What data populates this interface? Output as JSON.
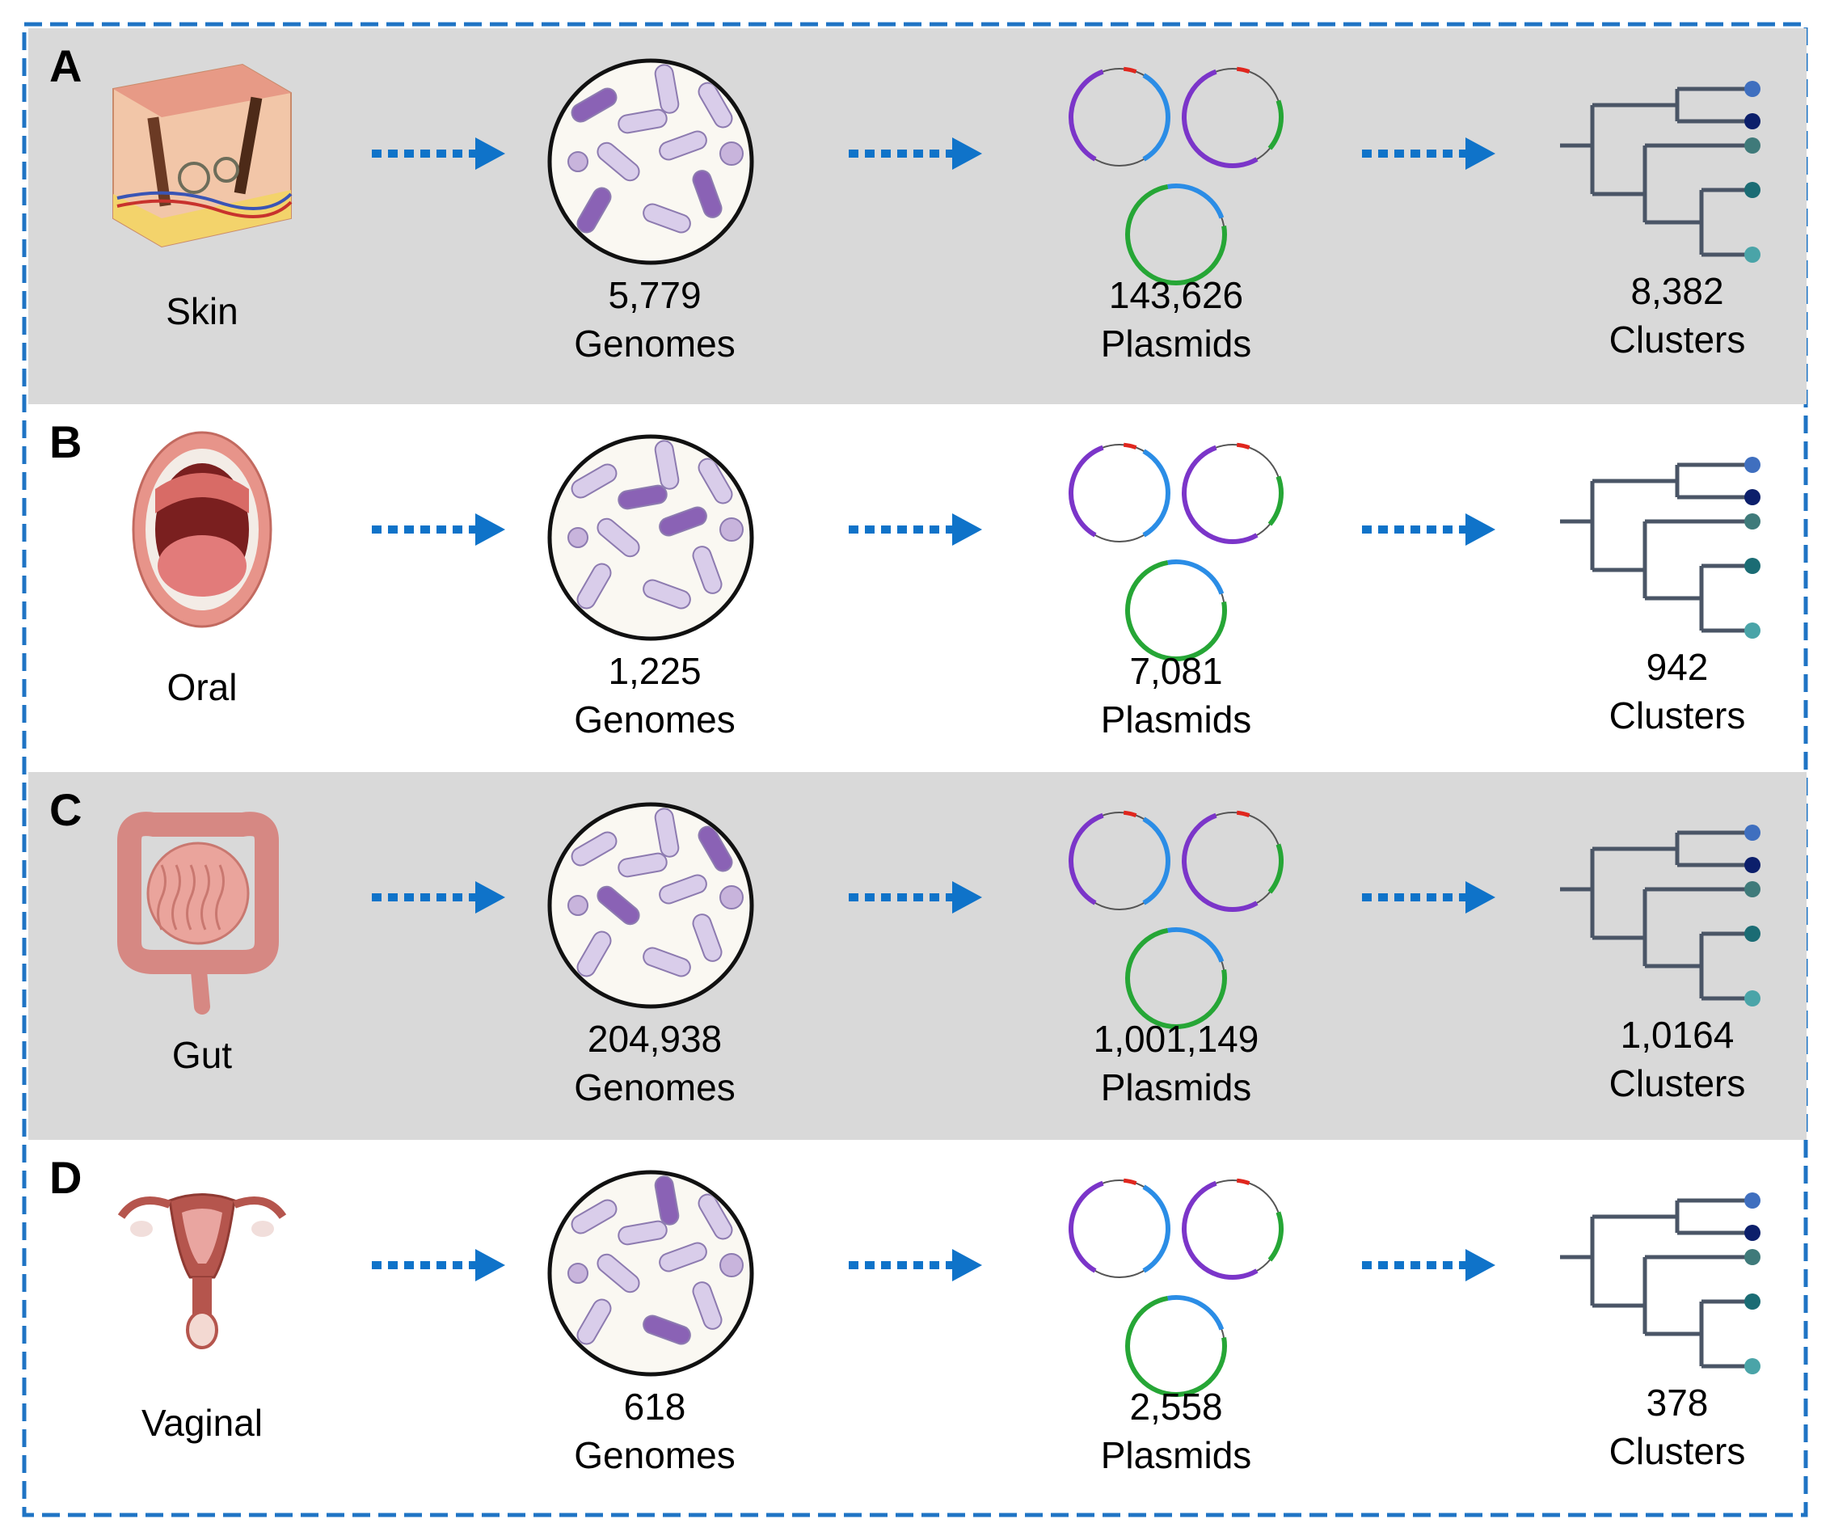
{
  "panels": [
    {
      "letter": "A",
      "site": "Skin",
      "genomes": "5,779",
      "plasmids": "143,626",
      "clusters": "8,382",
      "shaded": true
    },
    {
      "letter": "B",
      "site": "Oral",
      "genomes": "1,225",
      "plasmids": "7,081",
      "clusters": "942",
      "shaded": false
    },
    {
      "letter": "C",
      "site": "Gut",
      "genomes": "204,938",
      "plasmids": "1,001,149",
      "clusters": "1,0164",
      "shaded": true
    },
    {
      "letter": "D",
      "site": "Vaginal",
      "genomes": "618",
      "plasmids": "2,558",
      "clusters": "378",
      "shaded": false
    }
  ],
  "labels": {
    "genomes": "Genomes",
    "plasmids": "Plasmids",
    "clusters": "Clusters"
  },
  "icons": [
    "skin-icon",
    "mouth-icon",
    "intestine-icon",
    "uterus-icon",
    "bacteria-circle-icon",
    "plasmid-icon",
    "tree-icon",
    "arrow-icon"
  ],
  "colors": {
    "border": "#1f74c4",
    "arrow": "#0f73c9",
    "shade": "#d9d9d9",
    "purple": "#7b35c9",
    "blue": "#2b8de6",
    "green": "#26a636",
    "red": "#e0261d",
    "tree": "#4a5566"
  }
}
